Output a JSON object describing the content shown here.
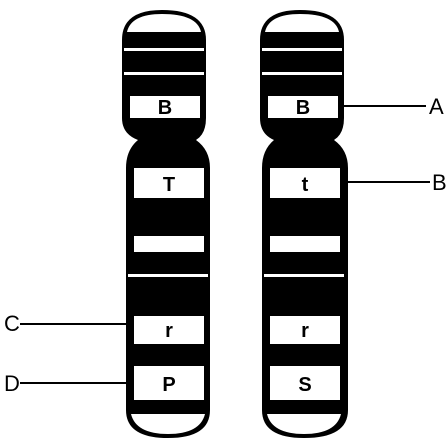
{
  "chromosomes": [
    {
      "loci": [
        {
          "label": "B",
          "callout": ""
        },
        {
          "label": "T",
          "callout": ""
        },
        {
          "label": "r",
          "callout": "C"
        },
        {
          "label": "P",
          "callout": "D"
        }
      ]
    },
    {
      "loci": [
        {
          "label": "B",
          "callout": "A"
        },
        {
          "label": "t",
          "callout": "B"
        },
        {
          "label": "r",
          "callout": ""
        },
        {
          "label": "S",
          "callout": ""
        }
      ]
    }
  ],
  "callouts": [
    "A",
    "B",
    "C",
    "D"
  ],
  "colors": {
    "band": "#000000",
    "background": "#ffffff"
  }
}
